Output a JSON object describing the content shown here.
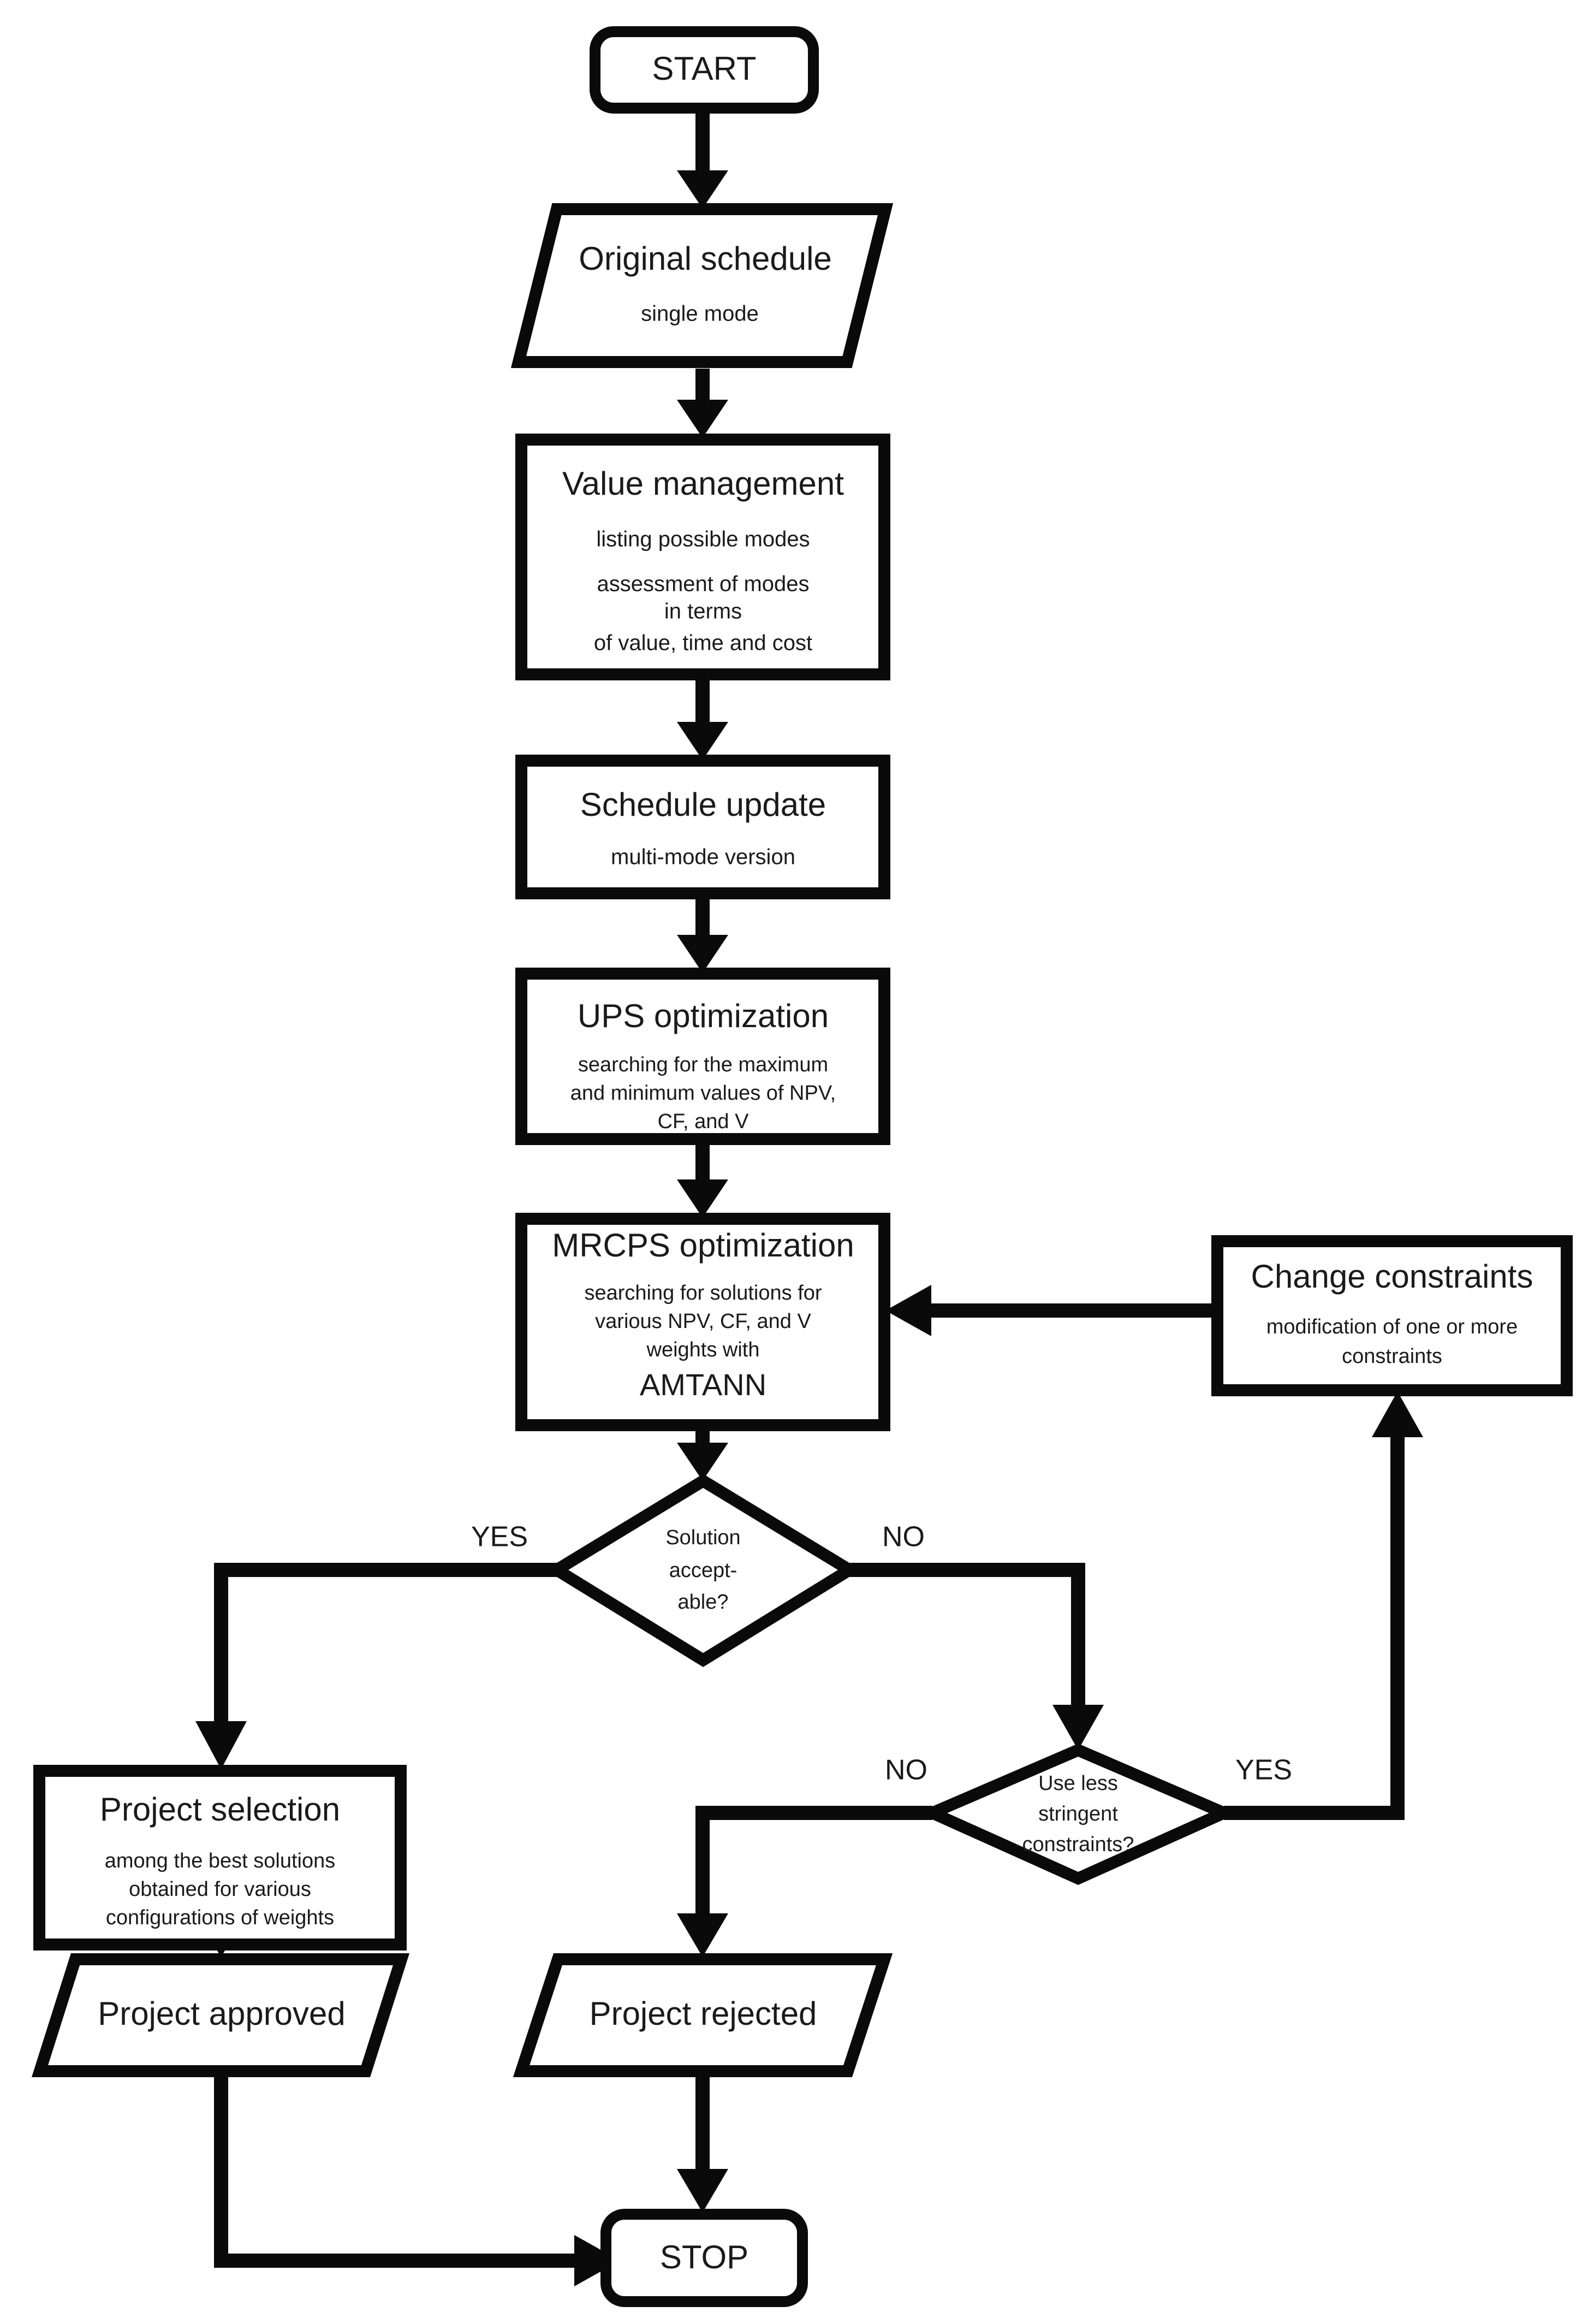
{
  "diagram": {
    "type": "flowchart",
    "title": "Project value-management and MRCPS optimization decision flowchart",
    "nodes": [
      {
        "id": "start",
        "shape": "terminator",
        "title": "START",
        "sublines": []
      },
      {
        "id": "orig",
        "shape": "parallelogram",
        "title": "Original schedule",
        "sublines": [
          "single mode"
        ]
      },
      {
        "id": "vm",
        "shape": "process",
        "title": "Value management",
        "sublines": [
          "listing possible modes",
          "assessment of modes",
          "in terms",
          "of value, time and cost"
        ]
      },
      {
        "id": "supd",
        "shape": "process",
        "title": "Schedule update",
        "sublines": [
          "multi-mode version"
        ]
      },
      {
        "id": "ups",
        "shape": "process",
        "title": "UPS optimization",
        "sublines": [
          "searching for the maximum",
          "and minimum values of NPV,",
          "CF, and V"
        ]
      },
      {
        "id": "mrcps",
        "shape": "process",
        "title": "MRCPS optimization",
        "sublines": [
          "searching for solutions for",
          "various NPV, CF, and V",
          "weights with",
          "AMTANN"
        ]
      },
      {
        "id": "chg",
        "shape": "process",
        "title": "Change constraints",
        "sublines": [
          "modification of one or more",
          "constraints"
        ]
      },
      {
        "id": "d1",
        "shape": "decision",
        "title": "",
        "sublines": [
          "Solution",
          "accept-",
          "able?"
        ]
      },
      {
        "id": "d2",
        "shape": "decision",
        "title": "",
        "sublines": [
          "Use less",
          "stringent",
          "constraints?"
        ]
      },
      {
        "id": "psel",
        "shape": "process",
        "title": "Project selection",
        "sublines": [
          "among the best solutions",
          "obtained for various",
          "configurations of weights"
        ]
      },
      {
        "id": "papp",
        "shape": "parallelogram",
        "title": "Project approved",
        "sublines": []
      },
      {
        "id": "prej",
        "shape": "parallelogram",
        "title": "Project rejected",
        "sublines": []
      },
      {
        "id": "stop",
        "shape": "terminator",
        "title": "STOP",
        "sublines": []
      }
    ],
    "edge_labels": {
      "d1_yes": "YES",
      "d1_no": "NO",
      "d2_no": "NO",
      "d2_yes": "YES"
    },
    "colors": {
      "stroke": "#0a0a0a",
      "fill": "#ffffff",
      "text": "#1a1a1a"
    }
  }
}
